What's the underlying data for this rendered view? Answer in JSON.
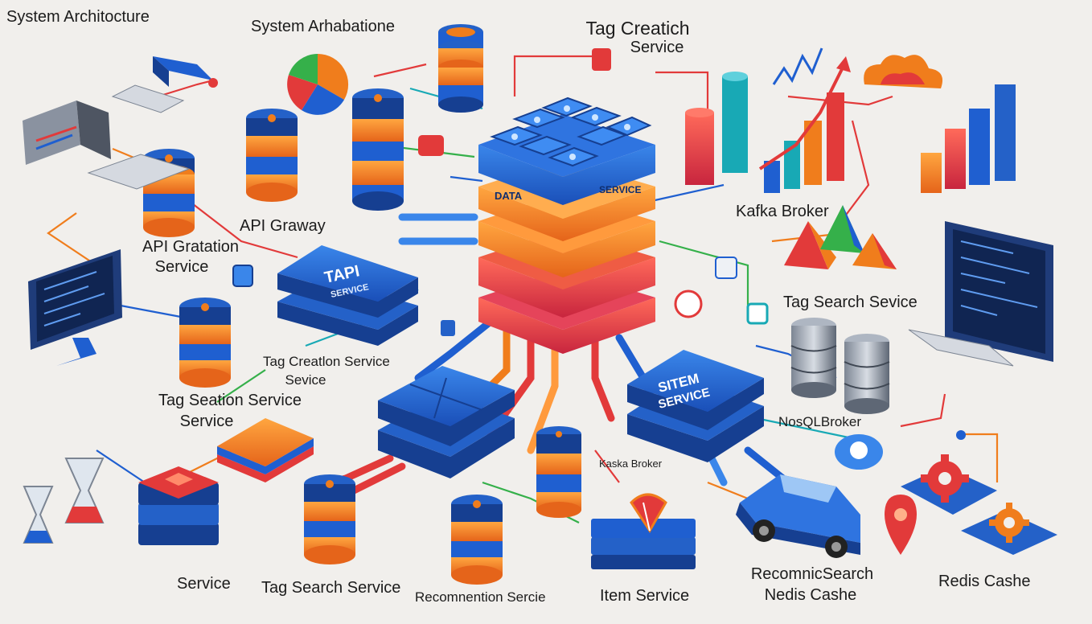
{
  "labels": {
    "top_left_title": "System Architocture",
    "top_title": "System Arhabatione",
    "tag_creation_top_line1": "Tag Creatich",
    "tag_creation_top_line2": "Service",
    "kafka_broker_right": "Kafka Broker",
    "api_gateway": "API Graway",
    "api_gratation_line1": "API Gratation",
    "api_gratation_line2": "Service",
    "tag_search_right": "Tag Search Sevice",
    "tag_creation_mid_line1": "Tag Creatlon Service",
    "tag_creation_mid_line2": "Sevice",
    "tag_seation_line1": "Tag Seation Service",
    "tag_seation_line2": "Service",
    "nosql_broker": "NosQLBroker",
    "kafka_broker_small": "Kaska Broker",
    "bottom_service_left": "Service",
    "bottom_tag_search": "Tag Search Service",
    "bottom_recommention": "Recomnention Sercie",
    "bottom_item_service": "Item Service",
    "bottom_recommic_line1": "RecomnicSearch",
    "bottom_recommic_line2": "Nedis Cashe",
    "bottom_redis_cache": "Redis Cashe"
  },
  "blocks": {
    "tapi_line1": "TAPI",
    "tapi_line2": "SERVICE",
    "item_line1": "SITEM",
    "item_line2": "SERVICE",
    "tower_tag1": "DATA",
    "tower_tag2": "SERVICE"
  },
  "colors": {
    "blue": "#1f5fd0",
    "blue_dark": "#163f91",
    "orange": "#f07d1c",
    "red": "#e23a3a",
    "magenta": "#d42d6a",
    "green": "#35b04a",
    "teal": "#18a9b5"
  }
}
